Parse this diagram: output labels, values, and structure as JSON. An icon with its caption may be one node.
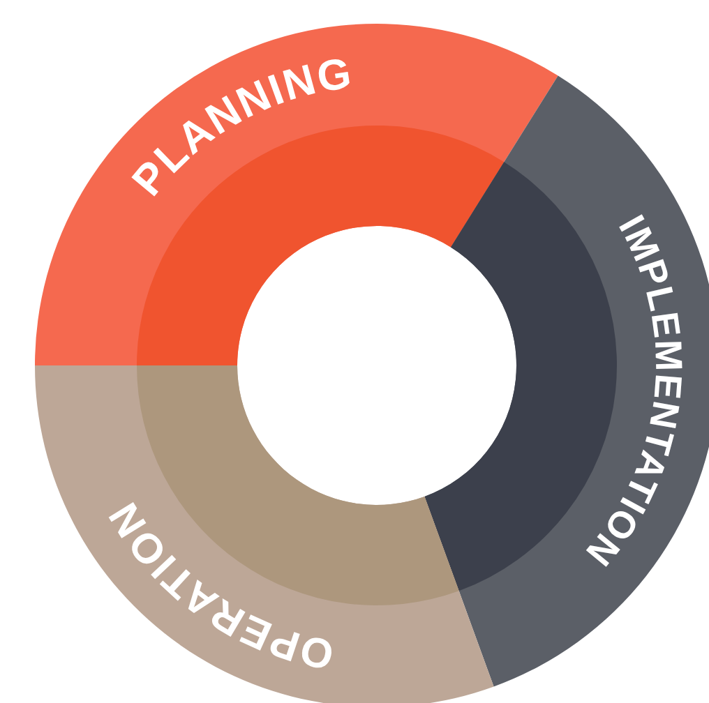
{
  "diagram": {
    "nodes": [
      {
        "text": [
          "PLANNING"
        ]
      },
      {
        "text": [
          "IMPLEMENTATION"
        ]
      },
      {
        "text": [
          "OPERATION"
        ]
      }
    ]
  }
}
